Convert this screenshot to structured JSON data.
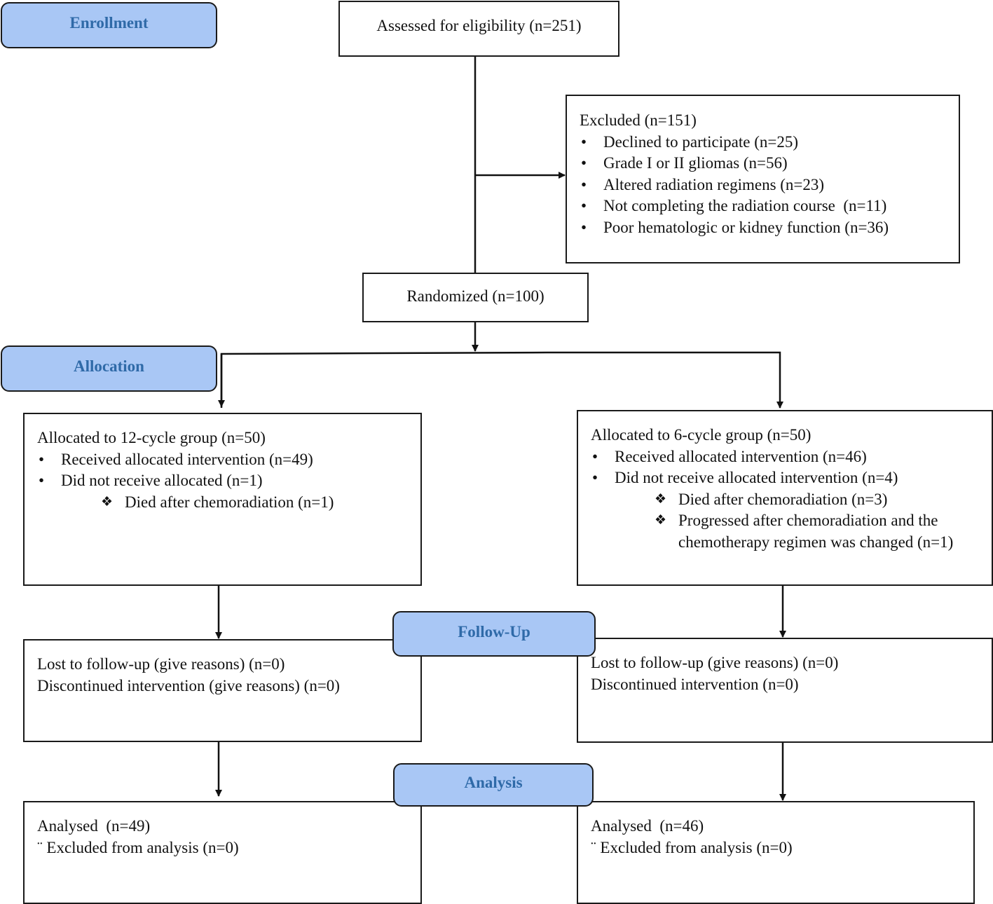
{
  "stages": {
    "enrollment": "Enrollment",
    "allocation": "Allocation",
    "follow_up": "Follow-Up",
    "analysis": "Analysis"
  },
  "assessed": "Assessed for eligibility (n=251)",
  "excluded": {
    "title": "Excluded (n=151)",
    "items": [
      "Declined to participate (n=25)",
      "Grade I or II gliomas (n=56)",
      "Altered radiation regimens (n=23)",
      "Not completing the radiation course  (n=11)",
      "Poor hematologic or kidney function (n=36)"
    ]
  },
  "randomized": "Randomized (n=100)",
  "allocation_left": {
    "title": "Allocated to 12-cycle group (n=50)",
    "items": [
      "Received allocated intervention (n=49)",
      "Did not receive allocated (n=1)"
    ],
    "subitems": [
      "Died after chemoradiation (n=1)"
    ]
  },
  "allocation_right": {
    "title": "Allocated to 6-cycle group (n=50)",
    "items": [
      "Received allocated intervention (n=46)",
      "Did not receive allocated intervention (n=4)"
    ],
    "subitems": [
      "Died after chemoradiation (n=3)",
      "Progressed after chemoradiation and the chemotherapy regimen was changed (n=1)"
    ]
  },
  "followup_left": {
    "lost": "Lost to follow-up (give reasons) (n=0)",
    "discontinued": "Discontinued intervention (give reasons) (n=0)"
  },
  "followup_right": {
    "lost": "Lost to follow-up (give reasons) (n=0)",
    "discontinued": "Discontinued intervention (n=0)"
  },
  "analysis_left": {
    "analysed": "Analysed  (n=49)",
    "excluded": "¨ Excluded from analysis (n=0)"
  },
  "analysis_right": {
    "analysed": "Analysed  (n=46)",
    "excluded": "¨ Excluded from analysis (n=0)"
  }
}
